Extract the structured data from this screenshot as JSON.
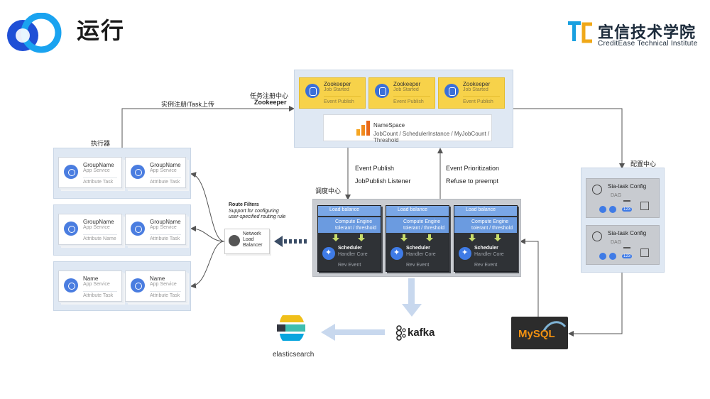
{
  "header": {
    "title": "运行"
  },
  "brand": {
    "name_cn": "宜信技术学院",
    "name_en": "CreditEase Technical Institute"
  },
  "labels": {
    "instance_register": "实例注册/Task上传",
    "registry_center_cn": "任务注册中心",
    "registry_center_en": "Zookeeper",
    "executor": "执行器",
    "config_center": "配置中心",
    "dispatch_center": "调度中心",
    "event_publish": "Event Publish",
    "jobpublish_listener": "JobPublish Listener",
    "event_prioritization": "Event Prioritization",
    "refuse_preempt": "Refuse to preempt",
    "route_filters_title": "Route Filters",
    "route_filters_desc1": "Support for configuring",
    "route_filters_desc2": "user-specified routing rule",
    "nlb1": "Network",
    "nlb2": "Load",
    "nlb3": "Balancer",
    "elasticsearch": "elasticsearch",
    "kafka": "kafka",
    "mysql": "MySQL"
  },
  "zookeeper_cards": [
    {
      "name": "Zookeeper",
      "sub": "Job Started",
      "foot": "Event Publish"
    },
    {
      "name": "Zookeeper",
      "sub": "Job Started",
      "foot": "Event Publish"
    },
    {
      "name": "Zookeeper",
      "sub": "Job Started",
      "foot": "Event Publish"
    }
  ],
  "namespace": {
    "title": "NameSpace",
    "desc": "JobCount / SchedulerInstance / MyJobCount / Threshold"
  },
  "executor_cards": [
    {
      "name": "GroupName",
      "sub": "App Service",
      "foot": "Attribute Task"
    },
    {
      "name": "GroupName",
      "sub": "App Service",
      "foot": "Attribute Task"
    },
    {
      "name": "GroupName",
      "sub": "App Service",
      "foot": "Attribute Name"
    },
    {
      "name": "GroupName",
      "sub": "App Service",
      "foot": "Attribute Task"
    },
    {
      "name": "Name",
      "sub": "App Service",
      "foot": "Attribute Task"
    },
    {
      "name": "Name",
      "sub": "App Service",
      "foot": "Attribute Task"
    }
  ],
  "schedulers": [
    {
      "lb": "Load balance",
      "ce1": "Compute Engine",
      "ce2": "tolerant / threshold",
      "name": "Scheduler",
      "core": "Handler Core",
      "rev": "Rev Event"
    },
    {
      "lb": "Load balance",
      "ce1": "Compute Engine",
      "ce2": "tolerant / threshold",
      "name": "Scheduler",
      "core": "Handler Core",
      "rev": "Rev Event"
    },
    {
      "lb": "Load balance",
      "ce1": "Compute Engine",
      "ce2": "tolerant / threshold",
      "name": "Scheduler",
      "core": "Handler Core",
      "rev": "Rev Event"
    }
  ],
  "configs": [
    {
      "title": "Sia-task Config",
      "dag": "DAG",
      "badge": "123"
    },
    {
      "title": "Sia-task Config",
      "dag": "DAG",
      "badge": "123"
    }
  ],
  "colors": {
    "zookeeper": "#f7d24a",
    "panel": "#dfe8f3",
    "scheduler": "#2f3236",
    "accent": "#3f7be6"
  }
}
